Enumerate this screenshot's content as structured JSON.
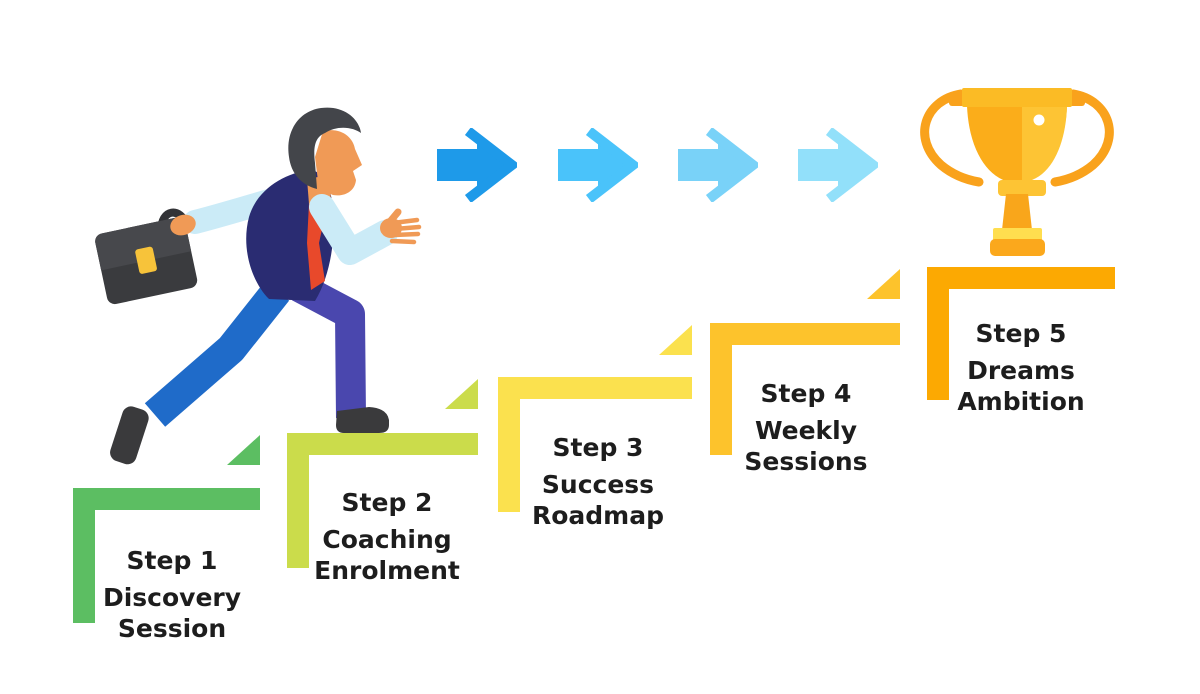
{
  "diagram": {
    "type": "staircase-success-infographic",
    "steps": [
      {
        "label": "Step 1",
        "lines": [
          "Discovery",
          "Session"
        ],
        "color": "#5CBE62"
      },
      {
        "label": "Step 2",
        "lines": [
          "Coaching",
          "Enrolment"
        ],
        "color": "#CBDC4B"
      },
      {
        "label": "Step 3",
        "lines": [
          "Success",
          "Roadmap"
        ],
        "color": "#FBE14E"
      },
      {
        "label": "Step 4",
        "lines": [
          "Weekly",
          "Sessions"
        ],
        "color": "#FDC32C"
      },
      {
        "label": "Step 5",
        "lines": [
          "Dreams",
          "Ambition"
        ],
        "color": "#FCA902"
      }
    ],
    "arrows": {
      "direction": "right",
      "colors": [
        "#1E9AE9",
        "#4AC3FA",
        "#79D2F8",
        "#92E0FA"
      ]
    }
  },
  "palette": {
    "background": "#FFFFFF",
    "text": "#1D1D1D",
    "hair": "#43454A",
    "skin": "#F09A56",
    "shirt": "#CBEBF7",
    "vest": "#2A2C72",
    "tie": "#E8492B",
    "pants_back": "#1F6BC9",
    "pants_front": "#4A47AE",
    "shoe": "#3A3A3C",
    "case": "#3A3B3E",
    "case_flap": "#47484C",
    "case_handle": "#323336",
    "clasp": "#F7C33A",
    "trophy_handle": "#F9A21C",
    "trophy_rim": "#FBBB25",
    "trophy_gold": "#FBAD1A",
    "trophy_gold_light": "#FDC434",
    "trophy_stem": "#F9A61B",
    "trophy_strip": "#FFDE4F",
    "trophy_base": "#FBA81C"
  }
}
